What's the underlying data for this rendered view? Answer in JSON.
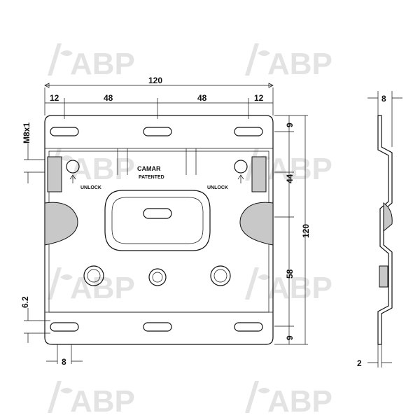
{
  "watermark": {
    "text": "ABP",
    "color": "#e3e3e3"
  },
  "dimensions": {
    "overall_width": "120",
    "overall_height": "120",
    "left_margin": "12",
    "spacing_left": "48",
    "spacing_right": "48",
    "right_margin": "12",
    "thread": "M8x1",
    "top_offset": "9",
    "upper_spacing": "44",
    "lower_spacing": "58",
    "bottom_offset": "9",
    "hole_offset": "6.2",
    "slot_width": "8",
    "side_depth": "8",
    "thickness": "2"
  },
  "labels": {
    "unlock_left": "UNLOCK",
    "unlock_right": "UNLOCK",
    "brand": "CAMAR",
    "patented": "PATENTED"
  },
  "icons": {
    "arrow": "arrow-up-icon"
  }
}
